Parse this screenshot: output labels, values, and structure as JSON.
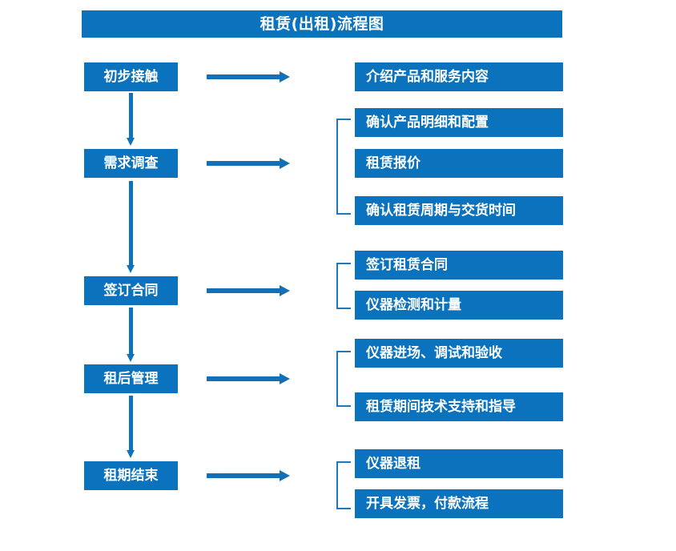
{
  "title": {
    "text": "租赁(出租)流程图"
  },
  "colors": {
    "box_blue": "#0b72bd",
    "arrow_blue": "#1470b6",
    "bracket_blue": "#2277b8",
    "box_text": "#ffffff",
    "background": "#ffffff"
  },
  "stages": [
    {
      "label": "初步接触"
    },
    {
      "label": "需求调查"
    },
    {
      "label": "签订合同"
    },
    {
      "label": "租后管理"
    },
    {
      "label": "租期结束"
    }
  ],
  "details": [
    {
      "label": "介绍产品和服务内容"
    },
    {
      "label": "确认产品明细和配置"
    },
    {
      "label": "租赁报价"
    },
    {
      "label": "确认租赁周期与交货时间"
    },
    {
      "label": "签订租赁合同"
    },
    {
      "label": "仪器检测和计量"
    },
    {
      "label": "仪器进场、调试和验收"
    },
    {
      "label": "租赁期间技术支持和指导"
    },
    {
      "label": "仪器退租"
    },
    {
      "label": "开具发票，付款流程"
    }
  ],
  "groups": [
    {
      "stage": "初步接触",
      "details": [
        "介绍产品和服务内容"
      ]
    },
    {
      "stage": "需求调查",
      "details": [
        "确认产品明细和配置",
        "租赁报价",
        "确认租赁周期与交货时间"
      ]
    },
    {
      "stage": "签订合同",
      "details": [
        "签订租赁合同",
        "仪器检测和计量"
      ]
    },
    {
      "stage": "租后管理",
      "details": [
        "仪器进场、调试和验收",
        "租赁期间技术支持和指导"
      ]
    },
    {
      "stage": "租期结束",
      "details": [
        "仪器退租",
        "开具发票，付款流程"
      ]
    }
  ]
}
